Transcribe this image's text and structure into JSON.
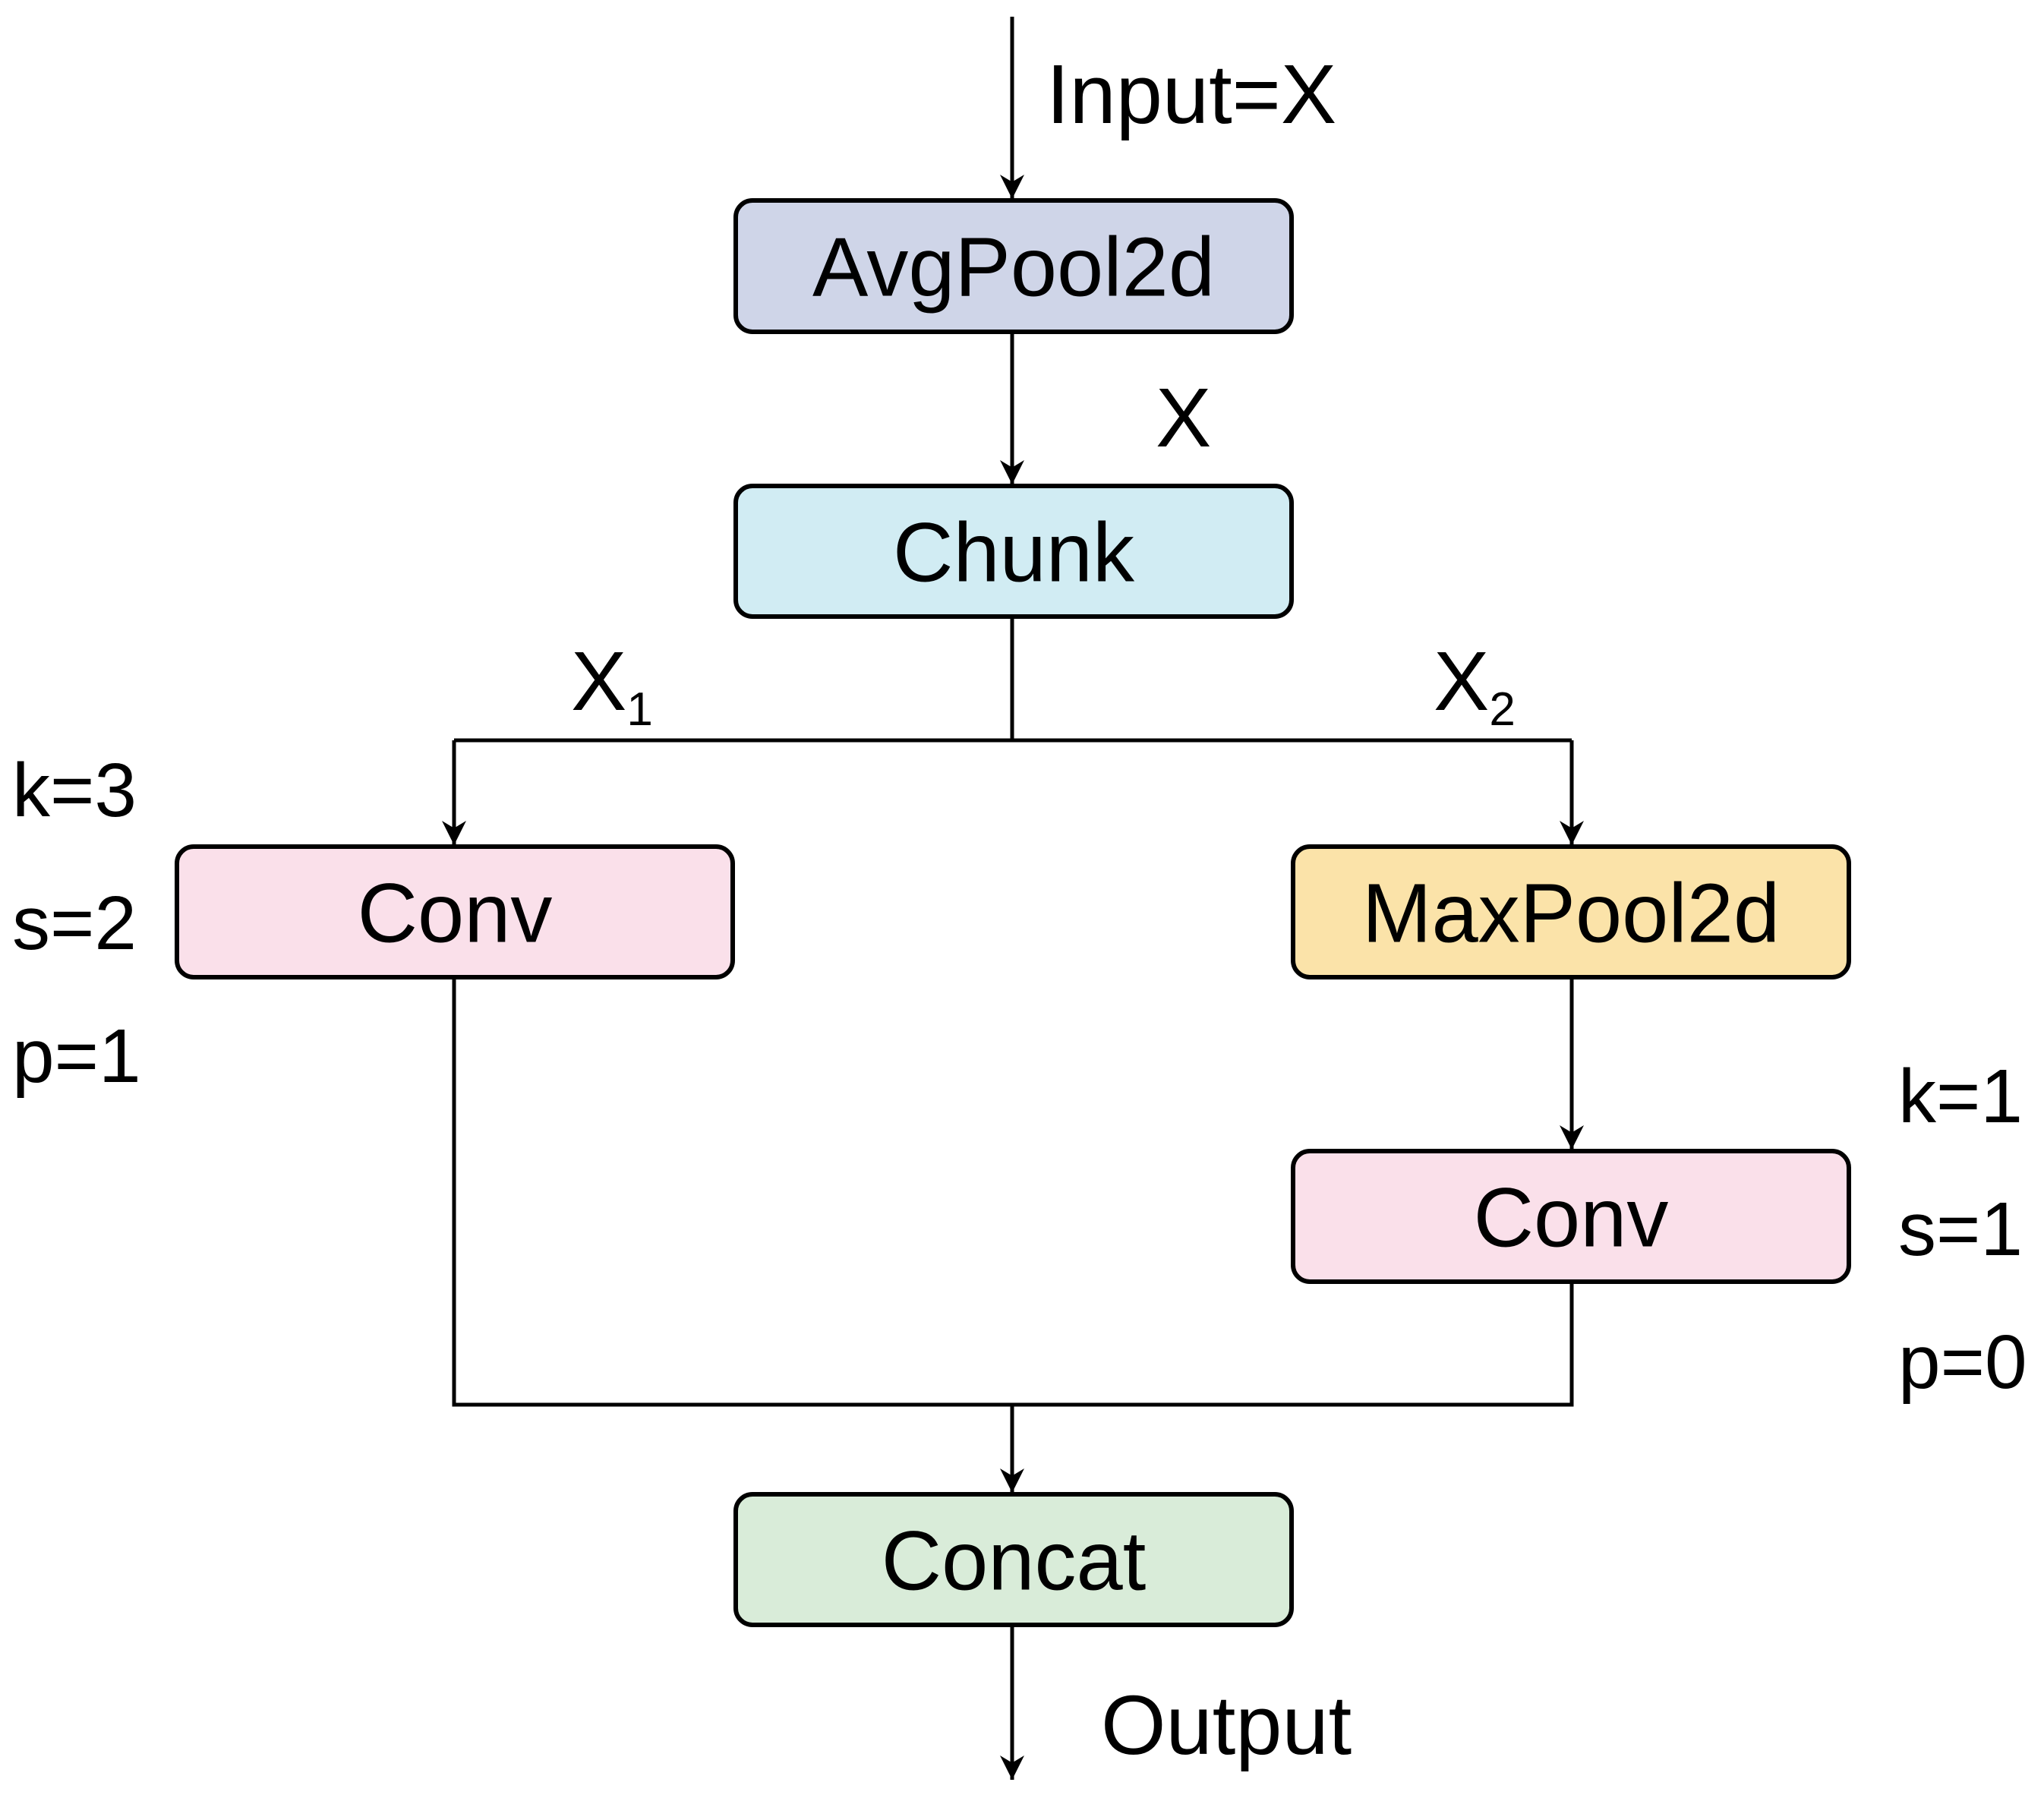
{
  "nodes": {
    "avgpool": {
      "label": "AvgPool2d",
      "fill": "#cfd5e8"
    },
    "chunk": {
      "label": "Chunk",
      "fill": "#d1ecf3"
    },
    "conv_left": {
      "label": "Conv",
      "fill": "#fae0ea"
    },
    "maxpool": {
      "label": "MaxPool2d",
      "fill": "#fbe3a9"
    },
    "conv_right": {
      "label": "Conv",
      "fill": "#fae0ea"
    },
    "concat": {
      "label": "Concat",
      "fill": "#d9ecd9"
    }
  },
  "labels": {
    "input": "Input=X",
    "x": "X",
    "x1_base": "X",
    "x1_sub": "1",
    "x2_base": "X",
    "x2_sub": "2",
    "output": "Output"
  },
  "params": {
    "left": [
      "k=3",
      "s=2",
      "p=1"
    ],
    "right": [
      "k=1",
      "s=1",
      "p=0"
    ]
  }
}
